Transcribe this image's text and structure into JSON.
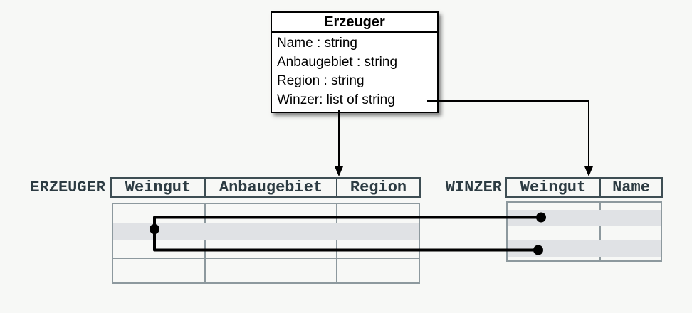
{
  "class_box": {
    "title": "Erzeuger",
    "attributes": [
      "Name : string",
      "Anbaugebiet : string",
      "Region : string",
      "Winzer: list of string"
    ]
  },
  "tables": {
    "erzeuger": {
      "label": "ERZEUGER",
      "columns": [
        "Weingut",
        "Anbaugebiet",
        "Region"
      ],
      "body_rows": 4,
      "highlighted_row": 2
    },
    "winzer": {
      "label": "WINZER",
      "columns": [
        "Weingut",
        "Name"
      ],
      "body_rows": 3,
      "highlighted_rows": [
        1,
        3
      ]
    }
  },
  "colors": {
    "background": "#f7f8f6",
    "table_text": "#2c3b42",
    "header_border": "#3e4e54",
    "body_border": "#8d999e",
    "row_shade": "#e0e2e5",
    "connector": "#000000",
    "class_box_fill": "#ffffff"
  }
}
